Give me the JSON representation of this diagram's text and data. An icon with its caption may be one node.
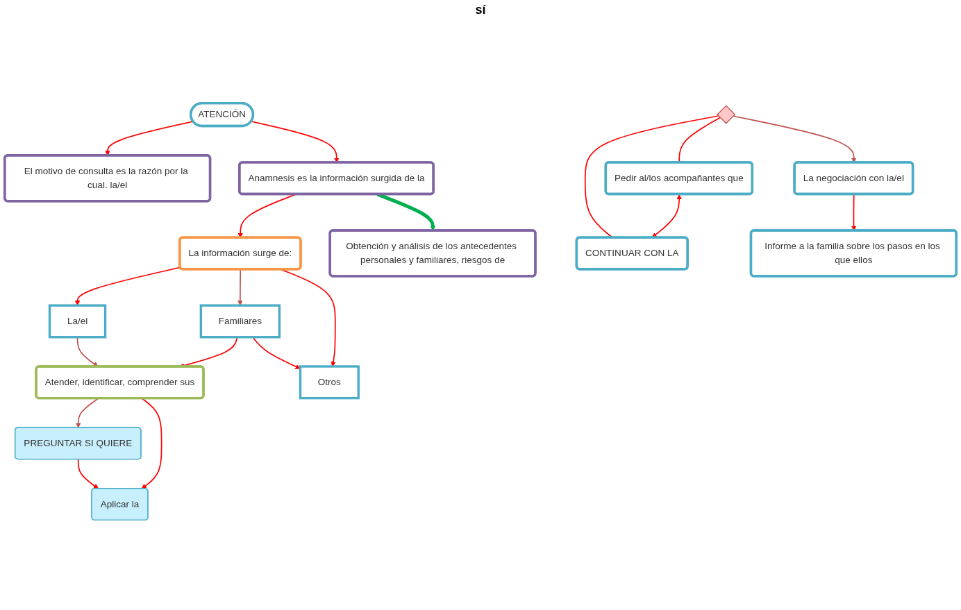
{
  "diagram": {
    "nodes": [
      {
        "text": [
          "ATENCIÓN"
        ]
      },
      {
        "text": [
          "El motivo de consulta es la razón por la cual. la/el"
        ]
      },
      {
        "text": [
          "Anamnesis es la información surgida de la"
        ]
      },
      {
        "text": [
          "Obtención y análisis de los antecedentes personales y familiares, riesgos de"
        ]
      },
      {
        "text": [
          "La información surge de:"
        ]
      },
      {
        "text": [
          "La/el"
        ]
      },
      {
        "text": [
          "Familiares"
        ]
      },
      {
        "text": [
          "Otros"
        ]
      },
      {
        "text": [
          "Atender, identificar, comprender sus"
        ]
      },
      {
        "text": [
          "Aplicar la"
        ]
      },
      {
        "text": [
          "PREGUNTAR SI QUIERE"
        ]
      },
      {
        "text": [
          "CONTINUAR CON LA"
        ]
      },
      {
        "text": [],
        "shape": "diamond"
      },
      {
        "text": [
          "Pedir al/los acompañantes que"
        ]
      },
      {
        "text": [
          "La negociación con la/el"
        ]
      },
      {
        "text": [
          "Informe a la familia sobre los pasos en los que ellos"
        ]
      }
    ],
    "edges": [
      {
        "from": 0,
        "to": 1,
        "arrow": "to"
      },
      {
        "from": 0,
        "to": 2,
        "arrow": "to"
      },
      {
        "from": 2,
        "to": 4,
        "arrow": "to"
      },
      {
        "from": 4,
        "to": 5,
        "arrow": "to"
      },
      {
        "from": 4,
        "to": 6,
        "arrow": "to",
        "color": "#c0504d"
      },
      {
        "from": 4,
        "to": 7,
        "arrow": "to"
      },
      {
        "from": 5,
        "to": 8,
        "arrow": "to",
        "color": "#c0504d"
      },
      {
        "from": 6,
        "to": 8,
        "arrow": "to"
      },
      {
        "from": 6,
        "to": 7,
        "arrow": "to"
      },
      {
        "from": 8,
        "to": 10,
        "arrow": "to",
        "color": "#c0504d"
      },
      {
        "from": 8,
        "to": 9,
        "arrow": "to"
      },
      {
        "from": 10,
        "to": 9,
        "arrow": "to"
      },
      {
        "from": 12,
        "to": 11,
        "arrow": "none"
      },
      {
        "from": 12,
        "to": 13,
        "arrow": "none"
      },
      {
        "from": 12,
        "to": 14,
        "arrow": "to",
        "color": "#c0504d"
      },
      {
        "from": 13,
        "to": 11,
        "arrow": "both"
      },
      {
        "from": 14,
        "to": 15,
        "arrow": "to"
      },
      {
        "from": 2,
        "to": 3,
        "arrow": "to",
        "style": "thick",
        "color": "#00b050"
      }
    ],
    "labels": [
      "sí"
    ]
  }
}
